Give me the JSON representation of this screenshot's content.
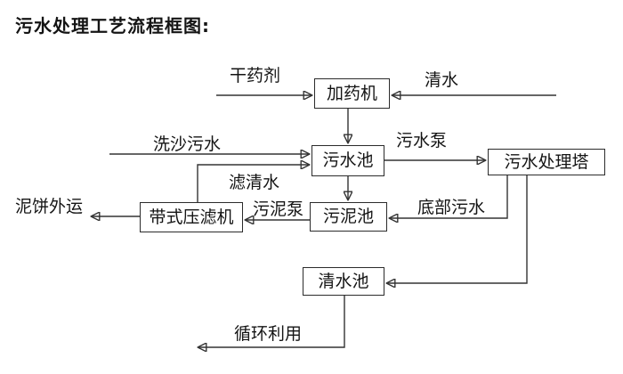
{
  "title": "污水处理工艺流程框图:",
  "nodes": {
    "dosing_machine": "加药机",
    "sewage_pool": "污水池",
    "treatment_tower": "污水处理塔",
    "sludge_pool": "污泥池",
    "belt_filter_press": "带式压滤机",
    "clean_water_pool": "清水池"
  },
  "edges": {
    "dry_agent": "干药剂",
    "clean_water": "清水",
    "sand_washing_sewage": "洗沙污水",
    "filtered_clear_water": "滤清水",
    "sewage_pump": "污水泵",
    "bottom_sewage": "底部污水",
    "sludge_pump": "污泥泵",
    "mud_cake_out": "泥饼外运",
    "recycling": "循环利用"
  },
  "connections": [
    {
      "from": "干药剂",
      "to": "加药机",
      "label": "干药剂"
    },
    {
      "from": "清水",
      "to": "加药机",
      "label": "清水"
    },
    {
      "from": "加药机",
      "to": "污水池",
      "label": ""
    },
    {
      "from": "洗沙污水",
      "to": "污水池",
      "label": "洗沙污水"
    },
    {
      "from": "带式压滤机",
      "to": "污水池",
      "label": "滤清水"
    },
    {
      "from": "污水池",
      "to": "污水处理塔",
      "label": "污水泵"
    },
    {
      "from": "污水池",
      "to": "污泥池",
      "label": ""
    },
    {
      "from": "污水处理塔",
      "to": "污泥池",
      "label": "底部污水"
    },
    {
      "from": "污水处理塔",
      "to": "清水池",
      "label": ""
    },
    {
      "from": "污泥池",
      "to": "带式压滤机",
      "label": "污泥泵"
    },
    {
      "from": "带式压滤机",
      "to": "泥饼外运",
      "label": "泥饼外运"
    },
    {
      "from": "清水池",
      "to": "循环利用",
      "label": "循环利用"
    }
  ],
  "colors": {
    "line": "#333333",
    "box_border": "#2b2b2b",
    "text": "#141414",
    "background": "#ffffff"
  }
}
